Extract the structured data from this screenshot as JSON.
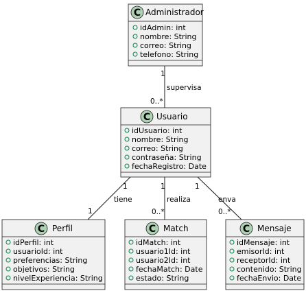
{
  "classes": {
    "admin": {
      "stereotype": "C",
      "name": "Administrador",
      "attributes": [
        "idAdmin: int",
        "nombre: String",
        "correo: String",
        "telefono: String"
      ]
    },
    "usuario": {
      "stereotype": "C",
      "name": "Usuario",
      "attributes": [
        "idUsuario: int",
        "nombre: String",
        "correo: String",
        "contraseña: String",
        "fechaRegistro: Date"
      ]
    },
    "perfil": {
      "stereotype": "C",
      "name": "Perfil",
      "attributes": [
        "idPerfil: int",
        "usuarioId: int",
        "preferencias: String",
        "objetivos: String",
        "nivelExperiencia: String"
      ]
    },
    "match": {
      "stereotype": "C",
      "name": "Match",
      "attributes": [
        "idMatch: int",
        "usuario1Id: int",
        "usuario2Id: int",
        "fechaMatch: Date",
        "estado: String"
      ]
    },
    "mensaje": {
      "stereotype": "C",
      "name": "Mensaje",
      "attributes": [
        "idMensaje: int",
        "emisorId: int",
        "receptorId: int",
        "contenido: String",
        "fechaEnvio: Date"
      ]
    }
  },
  "relations": {
    "supervisa": {
      "label": "supervisa",
      "from_mult": "1",
      "to_mult": "0..*"
    },
    "tiene": {
      "label": "tiene",
      "from_mult": "1",
      "to_mult": "1"
    },
    "realiza": {
      "label": "realiza",
      "from_mult": "1",
      "to_mult": "0..*"
    },
    "envia": {
      "label": "enva",
      "from_mult": "1",
      "to_mult": "0..*"
    }
  }
}
